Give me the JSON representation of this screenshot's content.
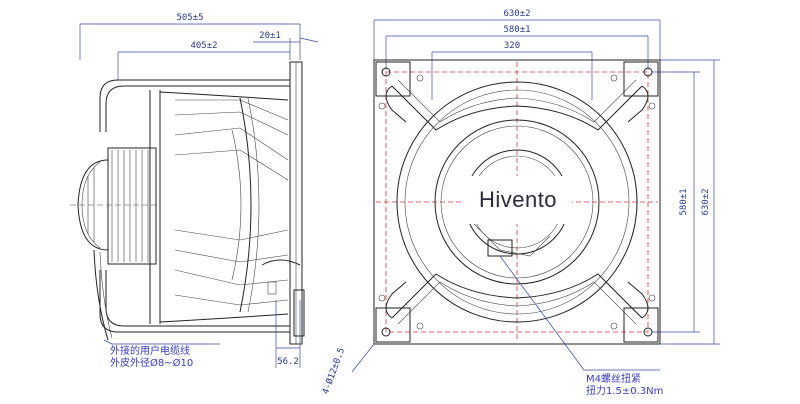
{
  "logo": {
    "text": "Hivento"
  },
  "side_view": {
    "dim_overall": "505±5",
    "dim_body": "405±2",
    "dim_flange": "20±1",
    "dim_bottom": "56.2",
    "note_line1": "外接的用户电缆线",
    "note_line2": "外皮外径Ø8~Ø10"
  },
  "front_view": {
    "dim_width_outer": "630±2",
    "dim_width_holes": "580±1",
    "dim_inner": "320",
    "dim_height_holes": "580±1",
    "dim_height_outer": "630±2",
    "dim_hole": "4-Ø12±0.5",
    "note_line1": "M4螺丝扭紧",
    "note_line2": "扭力1.5±0.3Nm"
  },
  "colors": {
    "dimension": "#3a4aa0",
    "centerline": "#d23a3a",
    "outline": "#222222"
  }
}
